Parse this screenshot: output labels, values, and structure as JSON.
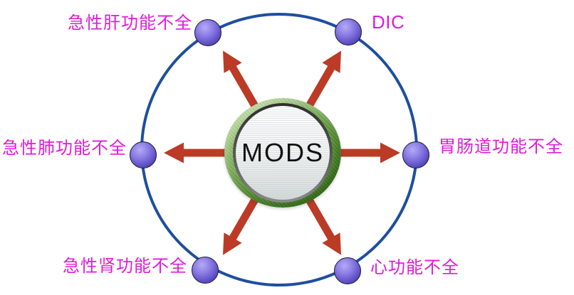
{
  "diagram": {
    "center_label": "MODS",
    "nodes": [
      {
        "id": "liver",
        "label": "急性肝功能不全",
        "position": "top-left"
      },
      {
        "id": "dic",
        "label": "DIC",
        "position": "top-right"
      },
      {
        "id": "lung",
        "label": "急性肺功能不全",
        "position": "left"
      },
      {
        "id": "gi",
        "label": "胃肠道功能不全",
        "position": "right"
      },
      {
        "id": "kidney",
        "label": "急性肾功能不全",
        "position": "bottom-left"
      },
      {
        "id": "heart",
        "label": "心功能不全",
        "position": "bottom-right"
      }
    ],
    "colors": {
      "label_text": "#E01BD9",
      "circle_stroke": "#1E4F9E",
      "node_fill_light": "#B5AAF5",
      "node_fill_dark": "#35278A",
      "arrow_fill": "#BB3B26",
      "badge_green": "#53902B",
      "badge_face": "#EDEFEF",
      "center_text": "#111111",
      "background": "#FFFFFF"
    }
  }
}
